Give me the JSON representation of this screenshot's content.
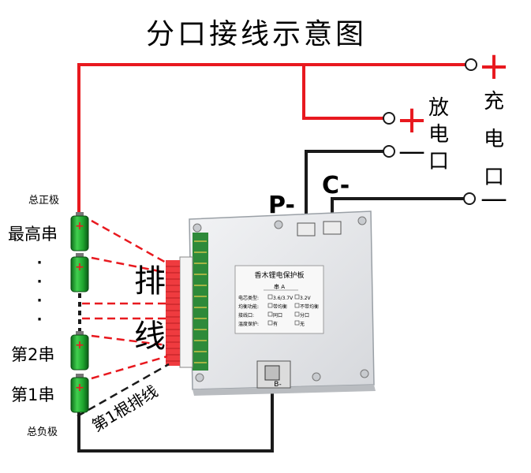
{
  "title": "分口接线示意图",
  "terminals": {
    "charge_plus": "+",
    "charge_minus": "—",
    "charge_label": [
      "充",
      "电",
      "口"
    ],
    "discharge_plus": "+",
    "discharge_minus": "—",
    "discharge_label": [
      "放",
      "电",
      "口"
    ]
  },
  "board_labels": {
    "p_minus": "P-",
    "c_minus": "C-",
    "b_minus": "B-",
    "harness": [
      "排",
      "线"
    ],
    "first_wire": "第1根排线"
  },
  "battery_labels": {
    "total_positive": "总正极",
    "highest": "最高串",
    "dots": [
      "·",
      "·",
      "·",
      "·"
    ],
    "second": "第2串",
    "first": "第1串",
    "total_negative": "总负极",
    "cell_plus": "+"
  },
  "board_sticker": {
    "title": "香木锂电保护板",
    "series_line": "串    A",
    "rows": [
      [
        "电芯类型:",
        "3.6/3.7V",
        "3.2V"
      ],
      [
        "均衡功能:",
        "带均衡",
        "不带均衡"
      ],
      [
        "接线口:",
        "同口",
        "分口"
      ],
      [
        "温度保护:",
        "有",
        "无"
      ]
    ]
  },
  "colors": {
    "positive_wire": "#e8191f",
    "negative_wire": "#1a1a1a",
    "cell_green": "#1fa82f",
    "board": "#e9eaec",
    "harness_red": "#ef3b3f"
  }
}
